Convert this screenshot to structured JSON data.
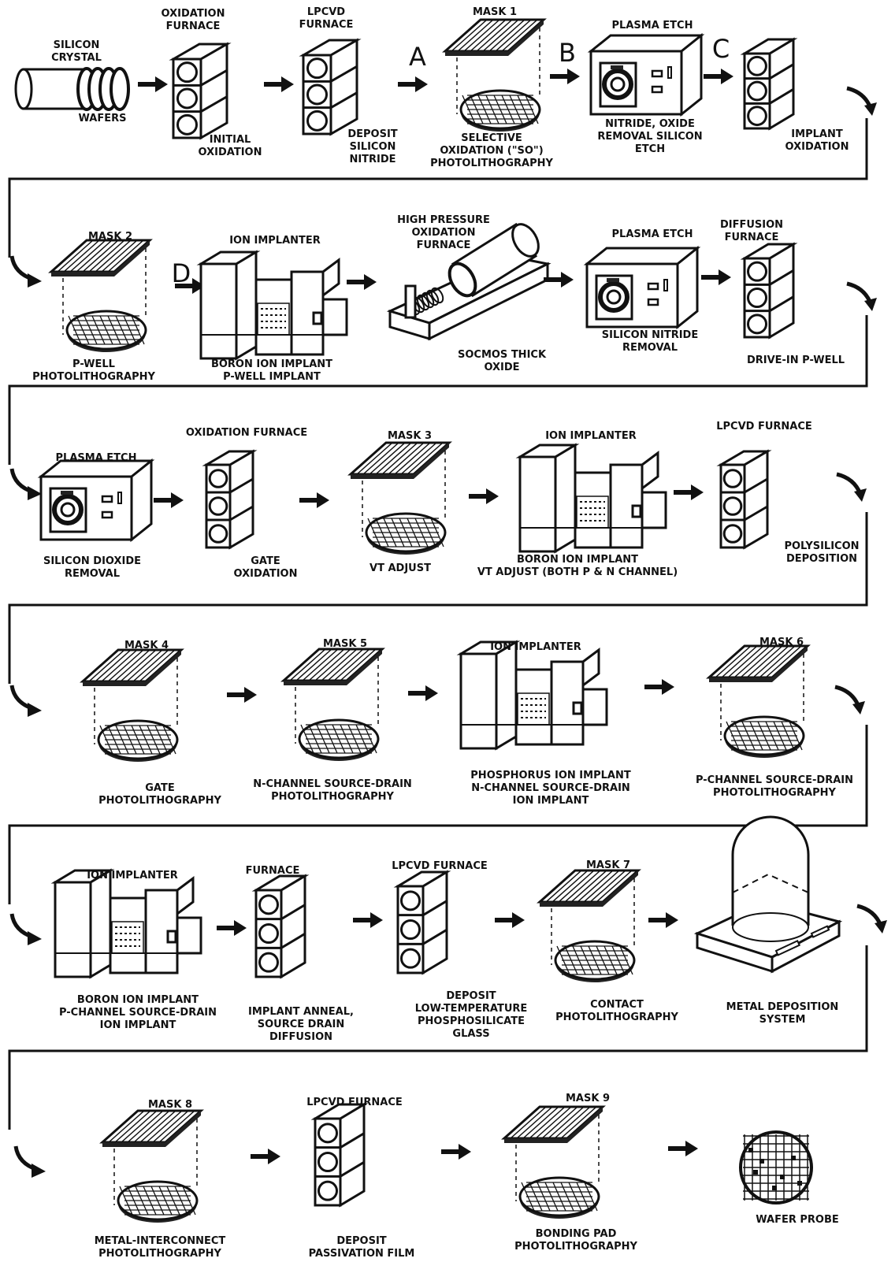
{
  "row1": {
    "silicon_crystal": "SILICON\nCRYSTAL",
    "wafers": "WAFERS",
    "oxidation_furnace": "OXIDATION\nFURNACE",
    "initial_oxidation": "INITIAL\nOXIDATION",
    "lpcvd_furnace": "LPCVD\nFURNACE",
    "deposit_silicon_nitride": "DEPOSIT\nSILICON\nNITRIDE",
    "letter_a": "A",
    "mask1": "MASK 1",
    "selective_oxidation": "SELECTIVE\nOXIDATION (\"SO\")\nPHOTOLITHOGRAPHY",
    "letter_b": "B",
    "plasma_etch": "PLASMA ETCH",
    "nitride_oxide_removal": "NITRIDE, OXIDE\nREMOVAL SILICON\nETCH",
    "letter_c": "C",
    "implant_oxidation": "IMPLANT\nOXIDATION"
  },
  "row2": {
    "mask2": "MASK 2",
    "pwell_photolithography": "P-WELL\nPHOTOLITHOGRAPHY",
    "letter_d": "D",
    "ion_implanter": "ION IMPLANTER",
    "boron_pwell": "BORON ION IMPLANT\nP-WELL IMPLANT",
    "hp_oxidation_furnace": "HIGH PRESSURE\nOXIDATION\nFURNACE",
    "socmos_thick_oxide": "SOCMOS THICK\nOXIDE",
    "plasma_etch": "PLASMA ETCH",
    "silicon_nitride_removal": "SILICON NITRIDE\nREMOVAL",
    "diffusion_furnace": "DIFFUSION\nFURNACE",
    "drive_in_pwell": "DRIVE-IN P-WELL"
  },
  "row3": {
    "plasma_etch": "PLASMA ETCH",
    "silicon_dioxide_removal": "SILICON DIOXIDE\nREMOVAL",
    "oxidation_furnace": "OXIDATION FURNACE",
    "gate_oxidation": "GATE\nOXIDATION",
    "mask3": "MASK 3",
    "vt_adjust": "VT ADJUST",
    "ion_implanter": "ION IMPLANTER",
    "boron_vt": "BORON ION IMPLANT\nVT ADJUST (BOTH P & N CHANNEL)",
    "lpcvd_furnace": "LPCVD FURNACE",
    "polysilicon_deposition": "POLYSILICON\nDEPOSITION"
  },
  "row4": {
    "mask4": "MASK 4",
    "gate_photolithography": "GATE\nPHOTOLITHOGRAPHY",
    "mask5": "MASK 5",
    "nchannel_photolithography": "N-CHANNEL SOURCE-DRAIN\nPHOTOLITHOGRAPHY",
    "ion_implanter": "ION IMPLANTER",
    "phosphorus_implant": "PHOSPHORUS ION IMPLANT\nN-CHANNEL SOURCE-DRAIN\nION IMPLANT",
    "mask6": "MASK 6",
    "pchannel_photolithography": "P-CHANNEL SOURCE-DRAIN\nPHOTOLITHOGRAPHY"
  },
  "row5": {
    "ion_implanter": "ION IMPLANTER",
    "boron_pchannel": "BORON ION IMPLANT\nP-CHANNEL SOURCE-DRAIN\nION IMPLANT",
    "furnace": "FURNACE",
    "implant_anneal": "IMPLANT ANNEAL,\nSOURCE DRAIN\nDIFFUSION",
    "lpcvd_furnace": "LPCVD FURNACE",
    "deposit_psg": "DEPOSIT\nLOW-TEMPERATURE\nPHOSPHOSILICATE\nGLASS",
    "mask7": "MASK 7",
    "contact_photolithography": "CONTACT\nPHOTOLITHOGRAPHY",
    "metal_deposition": "METAL DEPOSITION\nSYSTEM"
  },
  "row6": {
    "mask8": "MASK 8",
    "metal_interconnect": "METAL-INTERCONNECT\nPHOTOLITHOGRAPHY",
    "lpcvd_furnace": "LPCVD FURNACE",
    "deposit_passivation": "DEPOSIT\nPASSIVATION FILM",
    "mask9": "MASK 9",
    "bonding_pad": "BONDING PAD\nPHOTOLITHOGRAPHY",
    "wafer_probe": "WAFER PROBE"
  }
}
